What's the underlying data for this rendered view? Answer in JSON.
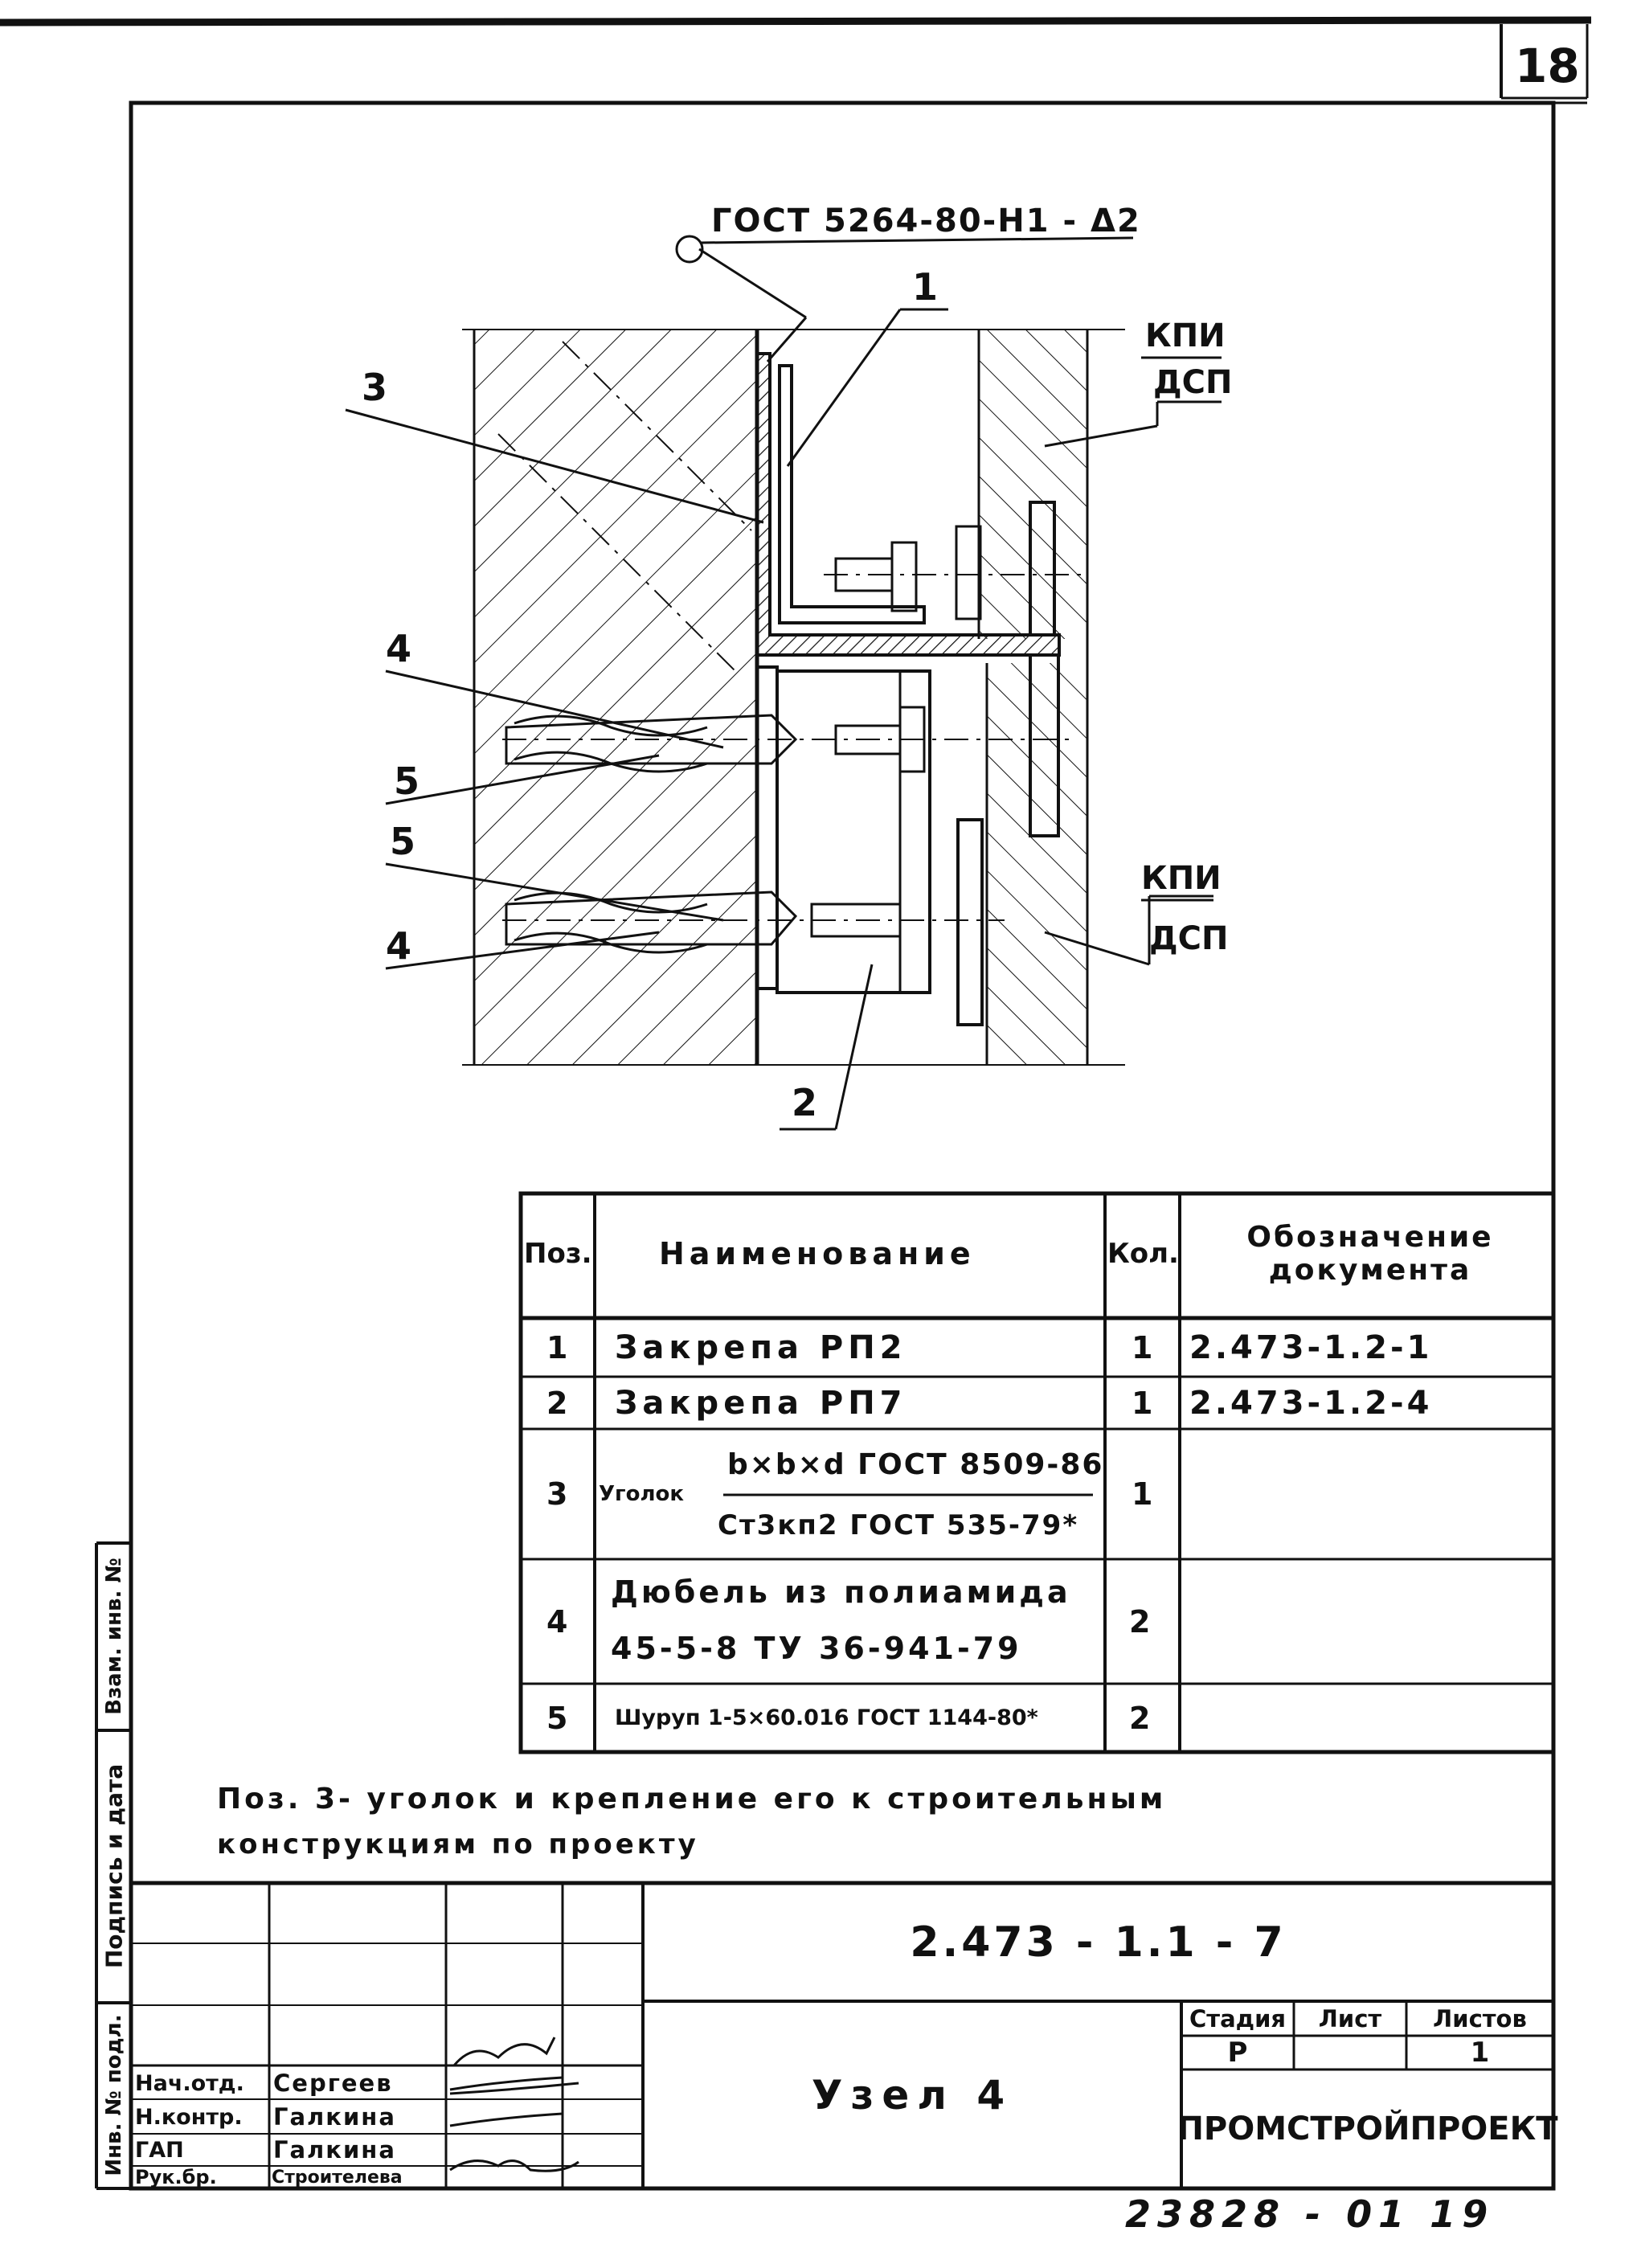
{
  "sheet": {
    "page_number": "18",
    "archive_number": "23828 - 01 19"
  },
  "drawing": {
    "weld_note": "ГОСТ 5264-80-Н1 - Δ2",
    "callouts": {
      "c1": "1",
      "c2": "2",
      "c3": "3",
      "c4a": "4",
      "c4b": "4",
      "c5a": "5",
      "c5b": "5"
    },
    "materials": {
      "top": {
        "top": "КПИ",
        "bottom": "ДСП"
      },
      "bottom": {
        "top": "КПИ",
        "bottom": "ДСП"
      }
    }
  },
  "spec_table": {
    "headers": {
      "pos": "Поз.",
      "name": "Наименование",
      "qty": "Кол.",
      "doc": "Обозначение документа"
    },
    "rows": [
      {
        "pos": "1",
        "name": "Закрепа РП2",
        "qty": "1",
        "doc": "2.473-1.2-1"
      },
      {
        "pos": "2",
        "name": "Закрепа РП7",
        "qty": "1",
        "doc": "2.473-1.2-4"
      },
      {
        "pos": "3",
        "name_prefix": "Уголок",
        "name_num": "b×b×d ГОСТ 8509-86",
        "name_den": "Ст3кп2 ГОСТ 535-79*",
        "qty": "1",
        "doc": ""
      },
      {
        "pos": "4",
        "name_line1": "Дюбель из полиамида",
        "name_line2": "45-5-8 ТУ 36-941-79",
        "qty": "2",
        "doc": ""
      },
      {
        "pos": "5",
        "name": "Шуруп 1-5×60.016 ГОСТ 1144-80*",
        "qty": "2",
        "doc": ""
      }
    ]
  },
  "note": {
    "line1": "Поз. 3- уголок и крепление его к строительным",
    "line2": "конструкциям по проекту"
  },
  "side_stamp": {
    "inv_podl": "Инв. № подл.",
    "podpis_data": "Подпись и дата",
    "vzam_inv": "Взам. инв. №"
  },
  "title_block": {
    "doc_code": "2.473 - 1.1 - 7",
    "title": "Узел 4",
    "stage_label": "Стадия",
    "sheet_label": "Лист",
    "sheets_label": "Листов",
    "stage": "Р",
    "sheet": "",
    "sheets": "1",
    "organization": "ПРОМСТРОЙПРОЕКТ",
    "signatures": [
      {
        "role": "Нач.отд.",
        "name": "Сергеев"
      },
      {
        "role": "Н.контр.",
        "name": "Галкина"
      },
      {
        "role": "ГАП",
        "name": "Галкина"
      },
      {
        "role": "Рук.бр.",
        "name": "Строителева"
      }
    ]
  }
}
